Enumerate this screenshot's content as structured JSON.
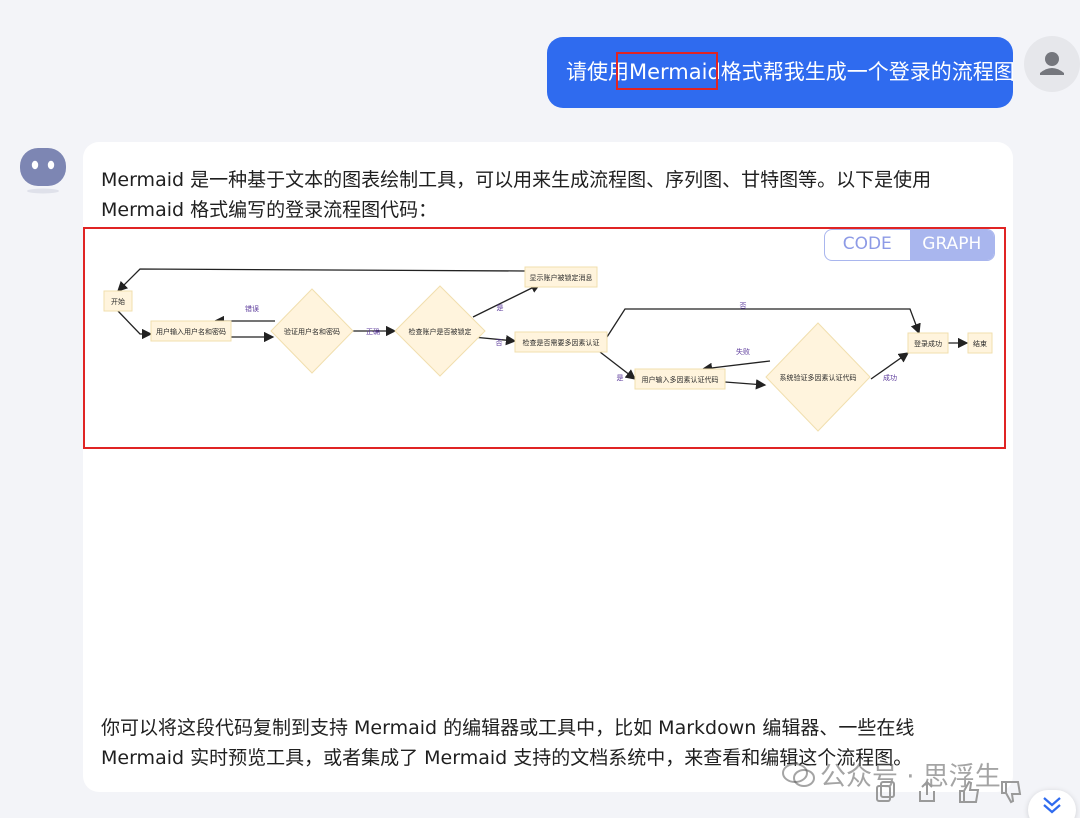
{
  "user_message": {
    "text_before": "请使用",
    "highlight": "Mermaid",
    "text_after": "格式帮我生成一个登录的流程图"
  },
  "reply": {
    "intro": "Mermaid 是一种基于文本的图表绘制工具，可以用来生成流程图、序列图、甘特图等。以下是使用 Mermaid 格式编写的登录流程图代码：",
    "outro": "你可以将这段代码复制到支持 Mermaid 的编辑器或工具中，比如 Markdown 编辑器、一些在线 Mermaid 实时预览工具，或者集成了 Mermaid 支持的文档系统中，来查看和编辑这个流程图。"
  },
  "view_toggle": {
    "code_label": "CODE",
    "graph_label": "GRAPH",
    "active": "GRAPH"
  },
  "flowchart": {
    "nodes": {
      "start": "开始",
      "input": "用户输入用户名和密码",
      "verify": "验证用户名和密码",
      "check_lock": "检查账户是否被锁定",
      "locked_msg": "显示账户被锁定消息",
      "check_mfa": "检查是否需要多因素认证",
      "mfa_input": "用户输入多因素认证代码",
      "mfa_verify": "系统验证多因素认证代码",
      "success": "登录成功",
      "end": "结束"
    },
    "edges": {
      "error": "错误",
      "correct": "正确",
      "yes_lock": "是",
      "no_lock": "否",
      "no_mfa": "否",
      "yes_mfa": "是",
      "fail": "失败",
      "mfa_success": "成功"
    },
    "colors": {
      "node_fill": "#fff4dd",
      "node_stroke": "#f1dfae",
      "edge": "#222222",
      "edge_label": "#5b3a9b"
    }
  },
  "watermark": "公众号 · 思浮生"
}
